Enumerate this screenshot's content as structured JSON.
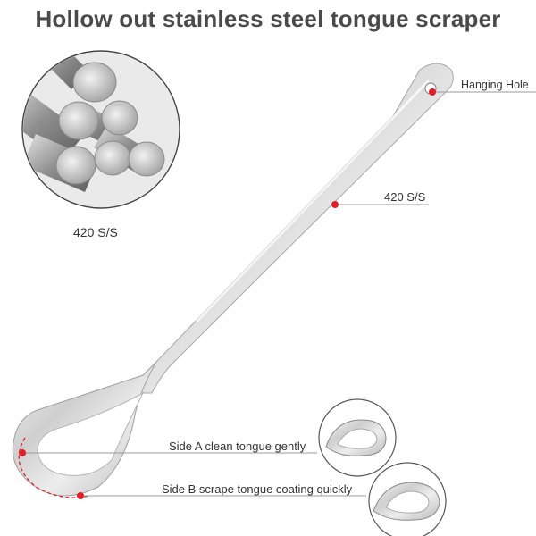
{
  "title": "Hollow out stainless steel tongue scraper",
  "material_caption": "420 S/S",
  "callouts": {
    "hanging_hole": "Hanging Hole",
    "material": "420 S/S",
    "side_a": "Side A clean tongue gently",
    "side_b": "Side B scrape tongue coating quickly"
  },
  "colors": {
    "marker": "#e01e26",
    "title": "#4a4a4a",
    "line": "#9a9a9a"
  },
  "icons": {
    "rods": "steel-rods-icon",
    "scraper": "tongue-scraper-icon"
  }
}
